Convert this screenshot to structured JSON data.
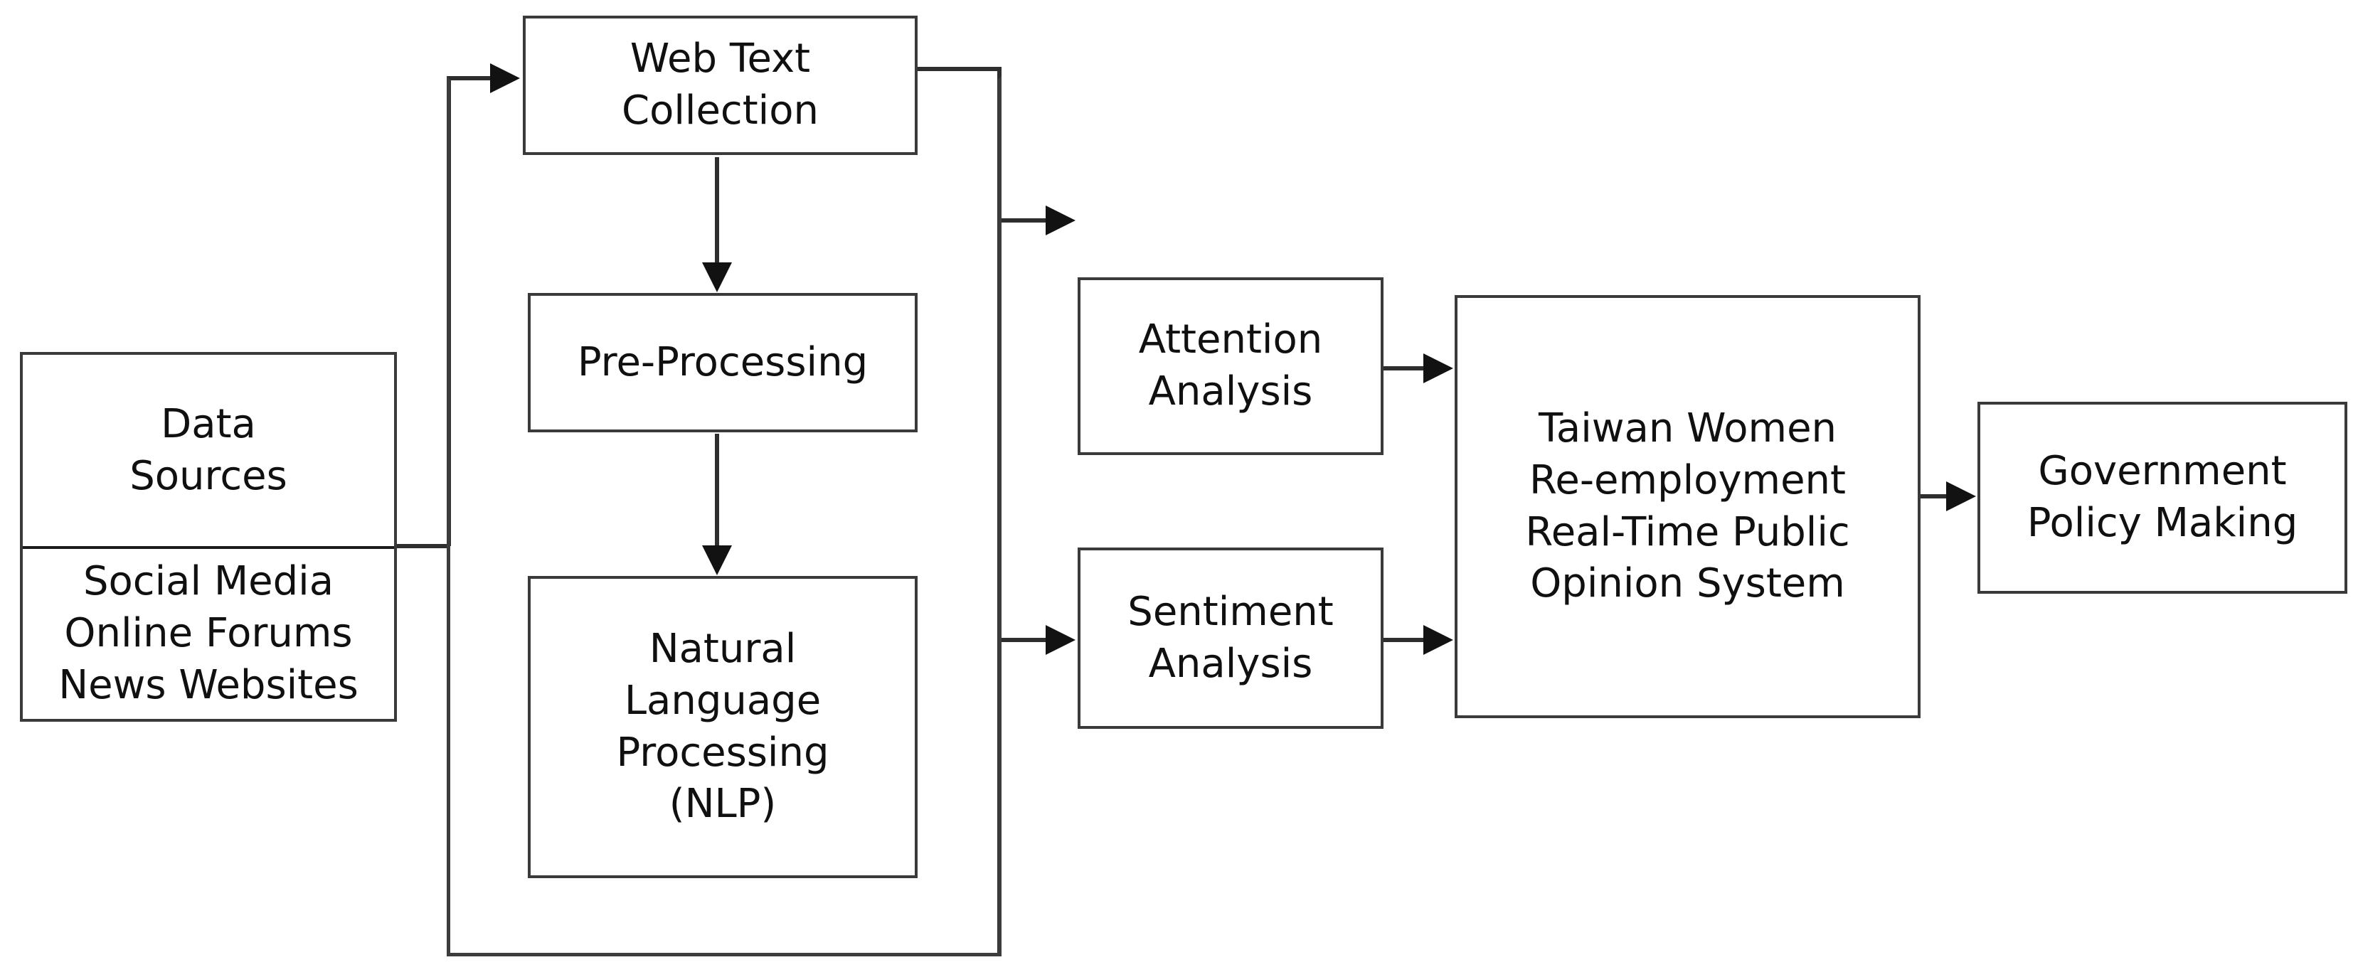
{
  "diagram": {
    "type": "flowchart",
    "orientation": "left-to-right",
    "background_color": "#ffffff",
    "stroke_color": "#3a3a3a",
    "text_color": "#101010"
  },
  "nodes": {
    "data_sources": {
      "name": "Data Sources",
      "header_lines": [
        "Data",
        "Sources"
      ],
      "body_lines": [
        "Social Media",
        "Online Forums",
        "News Websites"
      ]
    },
    "web_text_collection": {
      "name": "Web Text Collection",
      "lines": [
        "Web Text",
        "Collection"
      ]
    },
    "pre_processing": {
      "name": "Pre-Processing",
      "lines": [
        "Pre-Processing"
      ]
    },
    "nlp": {
      "name": "Natural Language Processing (NLP)",
      "lines": [
        "Natural",
        "Language",
        "Processing",
        "(NLP)"
      ]
    },
    "attention_analysis": {
      "name": "Attention Analysis",
      "lines": [
        "Attention",
        "Analysis"
      ]
    },
    "sentiment_analysis": {
      "name": "Sentiment Analysis",
      "lines": [
        "Sentiment",
        "Analysis"
      ]
    },
    "system": {
      "name": "Taiwan Women Re-employment Real-Time Public Opinion System",
      "lines": [
        "Taiwan Women",
        "Re-employment",
        "Real-Time Public",
        "Opinion System"
      ]
    },
    "government_policy": {
      "name": "Government Policy Making",
      "lines": [
        "Government",
        "Policy Making"
      ]
    }
  },
  "edges": [
    {
      "id": "edge-data-sources-to-web-text",
      "from": "data_sources",
      "to": "web_text_collection",
      "style": "orthogonal",
      "arrowhead": true
    },
    {
      "id": "edge-web-text-to-preproc",
      "from": "web_text_collection",
      "to": "pre_processing",
      "style": "straight-vertical",
      "arrowhead": true
    },
    {
      "id": "edge-preproc-to-nlp",
      "from": "pre_processing",
      "to": "nlp",
      "style": "straight-vertical",
      "arrowhead": true
    },
    {
      "id": "edge-pipeline-to-attention",
      "from": "web_text_collection",
      "to": "attention_analysis",
      "style": "orthogonal",
      "arrowhead": true
    },
    {
      "id": "edge-pipeline-to-sentiment",
      "from": "web_text_collection",
      "to": "sentiment_analysis",
      "style": "orthogonal",
      "arrowhead": true
    },
    {
      "id": "edge-attention-to-system",
      "from": "attention_analysis",
      "to": "system",
      "style": "straight-horizontal",
      "arrowhead": true
    },
    {
      "id": "edge-sentiment-to-system",
      "from": "sentiment_analysis",
      "to": "system",
      "style": "straight-horizontal",
      "arrowhead": true
    },
    {
      "id": "edge-system-to-policy",
      "from": "system",
      "to": "government_policy",
      "style": "straight-horizontal",
      "arrowhead": true
    }
  ]
}
